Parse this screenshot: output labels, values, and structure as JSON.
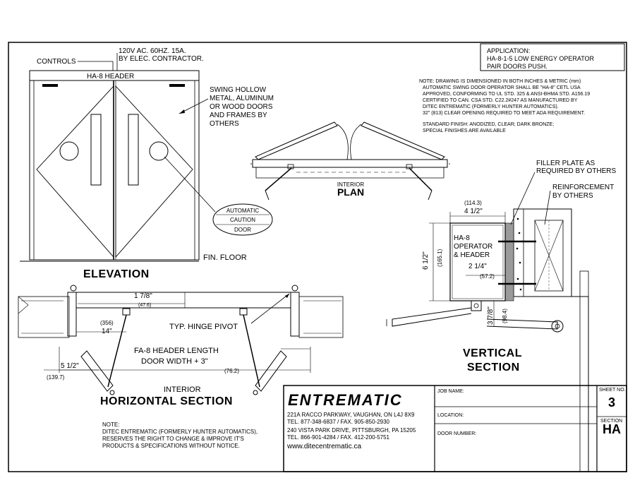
{
  "application": {
    "label": "APPLICATION:",
    "line1": "HA-8-1-5 LOW ENERGY OPERATOR",
    "line2": "PAIR DOORS PUSH."
  },
  "note_block": {
    "lines": [
      "NOTE: DRAWING IS DIMENSIONED IN BOTH INCHES & METRIC (mm)",
      "AUTOMATIC SWING DOOR OPERATOR SHALL BE \"HA-8\" CETL USA",
      "APPROVED, CONFORMING TO UL STD. 325 & ANSI-BHMA STD. A156.19",
      "CERTIFIED TO CAN. CSA STD. C22.2#247 AS MANUFACTURED BY",
      "DITEC ENTREMATIC (FORMERLY HUNTER AUTOMATICS).",
      "32\" (813) CLEAR OPENING REQUIRED TO MEET ADA REQUIREMENT."
    ],
    "finish_lines": [
      "STANDARD FINISH:  ANODIZED,  CLEAR;  DARK BRONZE;",
      "SPECIAL FINISHES ARE AVAILABLE"
    ]
  },
  "elevation": {
    "controls": "CONTROLS",
    "power1": "120V AC. 60HZ. 15A.",
    "power2": "BY ELEC. CONTRACTOR.",
    "header": "HA-8 HEADER",
    "doors": [
      "SWING HOLLOW",
      "METAL, ALUMINUM",
      "OR WOOD DOORS",
      "AND FRAMES BY",
      "OTHERS"
    ],
    "caution": [
      "AUTOMATIC",
      "CAUTION",
      "DOOR"
    ],
    "floor": "FIN.  FLOOR",
    "title": "ELEVATION"
  },
  "plan": {
    "interior": "INTERIOR",
    "title": "PLAN"
  },
  "horizontal": {
    "dim_1_7_8": "1  7/8\"",
    "dim_47_6": "(47.6)",
    "dim_356": "(356)",
    "dim_14": "14\"",
    "hinge": "TYP.  HINGE PIVOT",
    "header_len": "FA-8 HEADER LENGTH",
    "door_width": "DOOR WIDTH + 3\"",
    "dim_76_2": "(76.2)",
    "dim_5_1_2": "5  1/2\"",
    "dim_139_7": "(139.7)",
    "interior": "INTERIOR",
    "title": "HORIZONTAL SECTION"
  },
  "vertical": {
    "filler": [
      "FILLER PLATE AS",
      "REQUIRED BY OTHERS"
    ],
    "reinforcement": [
      "REINFORCEMENT",
      "BY OTHERS"
    ],
    "dim_114_3": "(114.3)",
    "dim_4_1_2": "4  1/2\"",
    "operator": [
      "HA-8",
      "OPERATOR",
      "& HEADER"
    ],
    "dim_6_1_2": "6  1/2\"",
    "dim_165_1": "(165.1)",
    "dim_2_1_4": "2  1/4\"",
    "dim_57_2": "(57.2)",
    "dim_3_7_8": "3  7/8\"",
    "dim_98_4": "(98.4)",
    "title1": "VERTICAL",
    "title2": "SECTION"
  },
  "footer_note": [
    "NOTE:",
    "DITEC ENTREMATIC (FORMERLY HUNTER AUTOMATICS),",
    "RESERVES THE RIGHT  TO CHANGE & IMPROVE IT'S",
    "PRODUCTS & SPECIFICATIONS WITHOUT NOTICE."
  ],
  "company": {
    "logo": "ENTREMATIC",
    "addr1": "221A RACCO PARKWAY, VAUGHAN, ON L4J 8X9",
    "tel1": "TEL. 877-348-6837 / FAX. 905-850-2930",
    "addr2": "240 VISTA PARK DRIVE, PITTSBURGH, PA 15205",
    "tel2": "TEL. 866-901-4284 / FAX. 412-200-5751",
    "web": "www.ditecentrematic.ca"
  },
  "title_block": {
    "job_name": "JOB NAME:",
    "location": "LOCATION:",
    "door_number": "DOOR NUMBER:",
    "sheet_label": "SHEET NO.",
    "sheet_no": "3",
    "section_label": "SECTION",
    "section": "HA"
  }
}
